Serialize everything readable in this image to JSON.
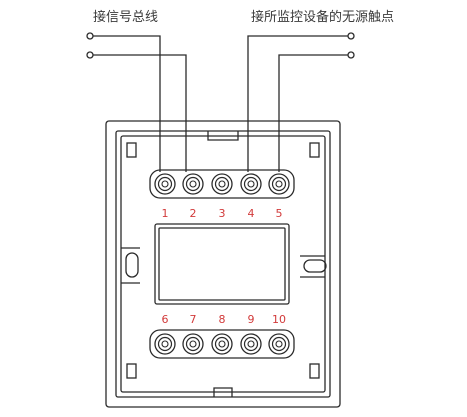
{
  "labels": {
    "bus_line": "接信号总线",
    "monitored_contact": "接所监控设备的无源触点"
  },
  "terminals": {
    "top": [
      "1",
      "2",
      "3",
      "4",
      "5"
    ],
    "bottom": [
      "6",
      "7",
      "8",
      "9",
      "10"
    ]
  },
  "colors": {
    "line": "#2b2b2b",
    "terminal_number": "#d23a3a",
    "label": "#3a3a3a"
  }
}
